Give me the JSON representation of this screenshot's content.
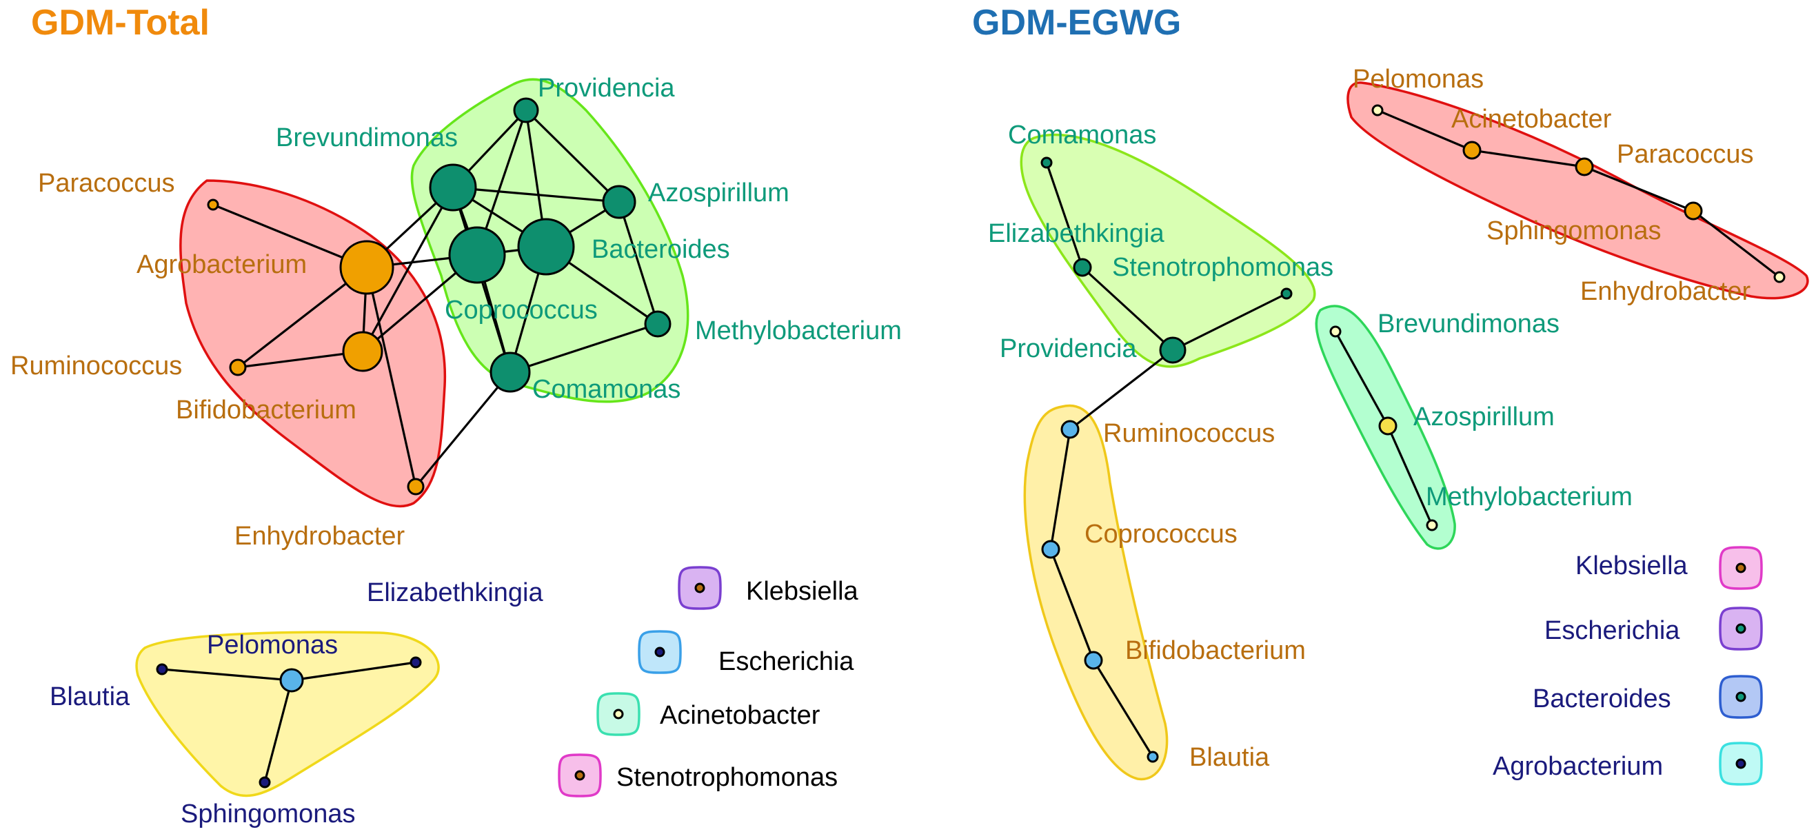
{
  "palette": {
    "title_total": "#F08A0C",
    "title_egwg": "#1F6FB2",
    "green_label": "#0E9A7A",
    "orange_label": "#B86E0F",
    "navy_label": "#1A1A7C",
    "black_label": "#000000",
    "green_node": "#0E8F6E",
    "orange_node": "#F0A000",
    "blue_node": "#59B4EA",
    "yellow_node": "#F5E04A",
    "light_node": "#FFFFC0"
  },
  "panels": [
    {
      "id": "total",
      "title": "GDM-Total",
      "title_color": "#F08A0C",
      "modules": [
        {
          "name": "red",
          "fill": "#FFB3B3",
          "stroke": "#E01010"
        },
        {
          "name": "green",
          "fill": "#CCFFB3",
          "stroke": "#66E61A"
        },
        {
          "name": "yellow",
          "fill": "#FFF5A8",
          "stroke": "#F0D81A"
        }
      ],
      "isolates": [
        {
          "label": "Klebsiella",
          "fill": "#D9B3F2",
          "stroke": "#7A3FD0",
          "dot": "#B86E0F",
          "label_color": "#000000"
        },
        {
          "label": "Escherichia",
          "fill": "#BFE6FA",
          "stroke": "#3AA0E8",
          "dot": "#1A1A7C",
          "label_color": "#000000"
        },
        {
          "label": "Acinetobacter",
          "fill": "#C7FAE6",
          "stroke": "#3AE0B0",
          "dot": "#FFFFC0",
          "label_color": "#000000"
        },
        {
          "label": "Stenotrophomonas",
          "fill": "#F7BFEA",
          "stroke": "#E03AC8",
          "dot": "#B86E0F",
          "label_color": "#000000"
        }
      ],
      "nodes": [
        {
          "id": "providencia",
          "label": "Providencia",
          "color": "#0E8F6E",
          "label_color": "#0E9A7A"
        },
        {
          "id": "brevundimonas",
          "label": "Brevundimonas",
          "color": "#0E8F6E",
          "label_color": "#0E9A7A"
        },
        {
          "id": "azospirillum",
          "label": "Azospirillum",
          "color": "#0E8F6E",
          "label_color": "#0E9A7A"
        },
        {
          "id": "bacteroides",
          "label": "Bacteroides",
          "color": "#0E8F6E",
          "label_color": "#0E9A7A"
        },
        {
          "id": "coprococcus",
          "label": "Coprococcus",
          "color": "#0E8F6E",
          "label_color": "#0E9A7A"
        },
        {
          "id": "methylobacterium",
          "label": "Methylobacterium",
          "color": "#0E8F6E",
          "label_color": "#0E9A7A"
        },
        {
          "id": "comamonas",
          "label": "Comamonas",
          "color": "#0E8F6E",
          "label_color": "#0E9A7A"
        },
        {
          "id": "paracoccus",
          "label": "Paracoccus",
          "color": "#F0A000",
          "label_color": "#B86E0F"
        },
        {
          "id": "agrobacterium",
          "label": "Agrobacterium",
          "color": "#F0A000",
          "label_color": "#B86E0F"
        },
        {
          "id": "ruminococcus",
          "label": "Ruminococcus",
          "color": "#F0A000",
          "label_color": "#B86E0F"
        },
        {
          "id": "bifidobacterium",
          "label": "Bifidobacterium",
          "color": "#F0A000",
          "label_color": "#B86E0F"
        },
        {
          "id": "enhydrobacter",
          "label": "Enhydrobacter",
          "color": "#F0A000",
          "label_color": "#B86E0F"
        },
        {
          "id": "pelomonas",
          "label": "Pelomonas",
          "color": "#59B4EA",
          "label_color": "#1A1A7C"
        },
        {
          "id": "blautia",
          "label": "Blautia",
          "color": "#1A1A7C",
          "label_color": "#1A1A7C"
        },
        {
          "id": "elizabethkingia",
          "label": "Elizabethkingia",
          "color": "#1A1A7C",
          "label_color": "#1A1A7C"
        },
        {
          "id": "sphingomonas",
          "label": "Sphingomonas",
          "color": "#1A1A7C",
          "label_color": "#1A1A7C"
        }
      ],
      "edges": [
        [
          "providencia",
          "brevundimonas"
        ],
        [
          "providencia",
          "coprococcus"
        ],
        [
          "providencia",
          "bacteroides"
        ],
        [
          "providencia",
          "azospirillum"
        ],
        [
          "brevundimonas",
          "coprococcus"
        ],
        [
          "brevundimonas",
          "bacteroides"
        ],
        [
          "brevundimonas",
          "azospirillum"
        ],
        [
          "brevundimonas",
          "comamonas"
        ],
        [
          "brevundimonas",
          "agrobacterium"
        ],
        [
          "brevundimonas",
          "bifidobacterium"
        ],
        [
          "coprococcus",
          "bacteroides"
        ],
        [
          "coprococcus",
          "comamonas"
        ],
        [
          "coprococcus",
          "agrobacterium"
        ],
        [
          "coprococcus",
          "bifidobacterium"
        ],
        [
          "bacteroides",
          "azospirillum"
        ],
        [
          "bacteroides",
          "methylobacterium"
        ],
        [
          "bacteroides",
          "comamonas"
        ],
        [
          "azospirillum",
          "methylobacterium"
        ],
        [
          "comamonas",
          "methylobacterium"
        ],
        [
          "comamonas",
          "enhydrobacter"
        ],
        [
          "agrobacterium",
          "paracoccus"
        ],
        [
          "agrobacterium",
          "ruminococcus"
        ],
        [
          "agrobacterium",
          "bifidobacterium"
        ],
        [
          "agrobacterium",
          "enhydrobacter"
        ],
        [
          "ruminococcus",
          "bifidobacterium"
        ],
        [
          "pelomonas",
          "blautia"
        ],
        [
          "pelomonas",
          "elizabethkingia"
        ],
        [
          "pelomonas",
          "sphingomonas"
        ]
      ]
    },
    {
      "id": "egwg",
      "title": "GDM-EGWG",
      "title_color": "#1F6FB2",
      "modules": [
        {
          "name": "red",
          "fill": "#FFB3B3",
          "stroke": "#E01010"
        },
        {
          "name": "lime",
          "fill": "#D9FFB3",
          "stroke": "#8CE61A"
        },
        {
          "name": "mint",
          "fill": "#B3FFD0",
          "stroke": "#2ED65A"
        },
        {
          "name": "yellow",
          "fill": "#FFF0A8",
          "stroke": "#F0C81A"
        }
      ],
      "isolates": [
        {
          "label": "Klebsiella",
          "fill": "#F7BFEA",
          "stroke": "#E03AC8",
          "dot": "#B86E0F",
          "label_color": "#1A1A7C"
        },
        {
          "label": "Escherichia",
          "fill": "#D9B3F2",
          "stroke": "#7A3FD0",
          "dot": "#0E9A7A",
          "label_color": "#1A1A7C"
        },
        {
          "label": "Bacteroides",
          "fill": "#B3C8F5",
          "stroke": "#2E5ED0",
          "dot": "#0E9A7A",
          "label_color": "#1A1A7C"
        },
        {
          "label": "Agrobacterium",
          "fill": "#BFFAF5",
          "stroke": "#3AE0E0",
          "dot": "#1A1A7C",
          "label_color": "#1A1A7C"
        }
      ],
      "nodes": [
        {
          "id": "pelomonas",
          "label": "Pelomonas",
          "color": "#FFFFC0",
          "label_color": "#B86E0F"
        },
        {
          "id": "acinetobacter",
          "label": "Acinetobacter",
          "color": "#F0A000",
          "label_color": "#B86E0F"
        },
        {
          "id": "paracoccus",
          "label": "Paracoccus",
          "color": "#F0A000",
          "label_color": "#B86E0F"
        },
        {
          "id": "sphingomonas",
          "label": "Sphingomonas",
          "color": "#F0A000",
          "label_color": "#B86E0F"
        },
        {
          "id": "enhydrobacter",
          "label": "Enhydrobacter",
          "color": "#FFFFC0",
          "label_color": "#B86E0F"
        },
        {
          "id": "comamonas",
          "label": "Comamonas",
          "color": "#0E8F6E",
          "label_color": "#0E9A7A"
        },
        {
          "id": "elizabethkingia",
          "label": "Elizabethkingia",
          "color": "#0E8F6E",
          "label_color": "#0E9A7A"
        },
        {
          "id": "stenotrophomonas",
          "label": "Stenotrophomonas",
          "color": "#0E8F6E",
          "label_color": "#0E9A7A"
        },
        {
          "id": "providencia",
          "label": "Providencia",
          "color": "#0E8F6E",
          "label_color": "#0E9A7A"
        },
        {
          "id": "brevundimonas",
          "label": "Brevundimonas",
          "color": "#FFFFC0",
          "label_color": "#0E9A7A"
        },
        {
          "id": "azospirillum",
          "label": "Azospirillum",
          "color": "#F5E04A",
          "label_color": "#0E9A7A"
        },
        {
          "id": "methylobacterium",
          "label": "Methylobacterium",
          "color": "#FFFFC0",
          "label_color": "#0E9A7A"
        },
        {
          "id": "ruminococcus",
          "label": "Ruminococcus",
          "color": "#59B4EA",
          "label_color": "#B86E0F"
        },
        {
          "id": "coprococcus",
          "label": "Coprococcus",
          "color": "#59B4EA",
          "label_color": "#B86E0F"
        },
        {
          "id": "bifidobacterium",
          "label": "Bifidobacterium",
          "color": "#59B4EA",
          "label_color": "#B86E0F"
        },
        {
          "id": "blautia",
          "label": "Blautia",
          "color": "#59B4EA",
          "label_color": "#B86E0F"
        }
      ],
      "edges": [
        [
          "pelomonas",
          "acinetobacter"
        ],
        [
          "acinetobacter",
          "paracoccus"
        ],
        [
          "paracoccus",
          "sphingomonas"
        ],
        [
          "sphingomonas",
          "enhydrobacter"
        ],
        [
          "comamonas",
          "elizabethkingia"
        ],
        [
          "elizabethkingia",
          "providencia"
        ],
        [
          "providencia",
          "stenotrophomonas"
        ],
        [
          "providencia",
          "ruminococcus"
        ],
        [
          "brevundimonas",
          "azospirillum"
        ],
        [
          "azospirillum",
          "methylobacterium"
        ],
        [
          "ruminococcus",
          "coprococcus"
        ],
        [
          "coprococcus",
          "bifidobacterium"
        ],
        [
          "bifidobacterium",
          "blautia"
        ]
      ]
    }
  ]
}
